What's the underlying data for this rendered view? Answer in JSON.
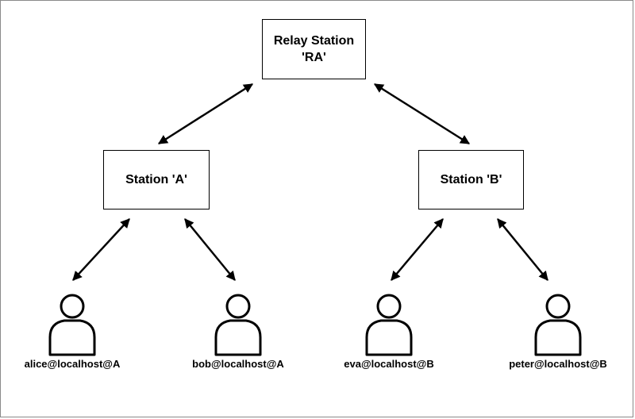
{
  "nodes": {
    "relay": {
      "line1": "Relay Station",
      "line2": "'RA'"
    },
    "station_a": {
      "label": "Station 'A'"
    },
    "station_b": {
      "label": "Station 'B'"
    }
  },
  "users": [
    {
      "label": "alice@localhost@A",
      "icon": "user-icon"
    },
    {
      "label": "bob@localhost@A",
      "icon": "user-icon"
    },
    {
      "label": "eva@localhost@B",
      "icon": "user-icon"
    },
    {
      "label": "peter@localhost@B",
      "icon": "user-icon"
    }
  ],
  "connections": [
    {
      "from": "Relay Station 'RA'",
      "to": "Station 'A'",
      "direction": "bidirectional"
    },
    {
      "from": "Relay Station 'RA'",
      "to": "Station 'B'",
      "direction": "bidirectional"
    },
    {
      "from": "Station 'A'",
      "to": "alice@localhost@A",
      "direction": "bidirectional"
    },
    {
      "from": "Station 'A'",
      "to": "bob@localhost@A",
      "direction": "bidirectional"
    },
    {
      "from": "Station 'B'",
      "to": "eva@localhost@B",
      "direction": "bidirectional"
    },
    {
      "from": "Station 'B'",
      "to": "peter@localhost@B",
      "direction": "bidirectional"
    }
  ],
  "colors": {
    "stroke": "#000000",
    "background": "#ffffff",
    "frame": "#8a8a8a"
  }
}
